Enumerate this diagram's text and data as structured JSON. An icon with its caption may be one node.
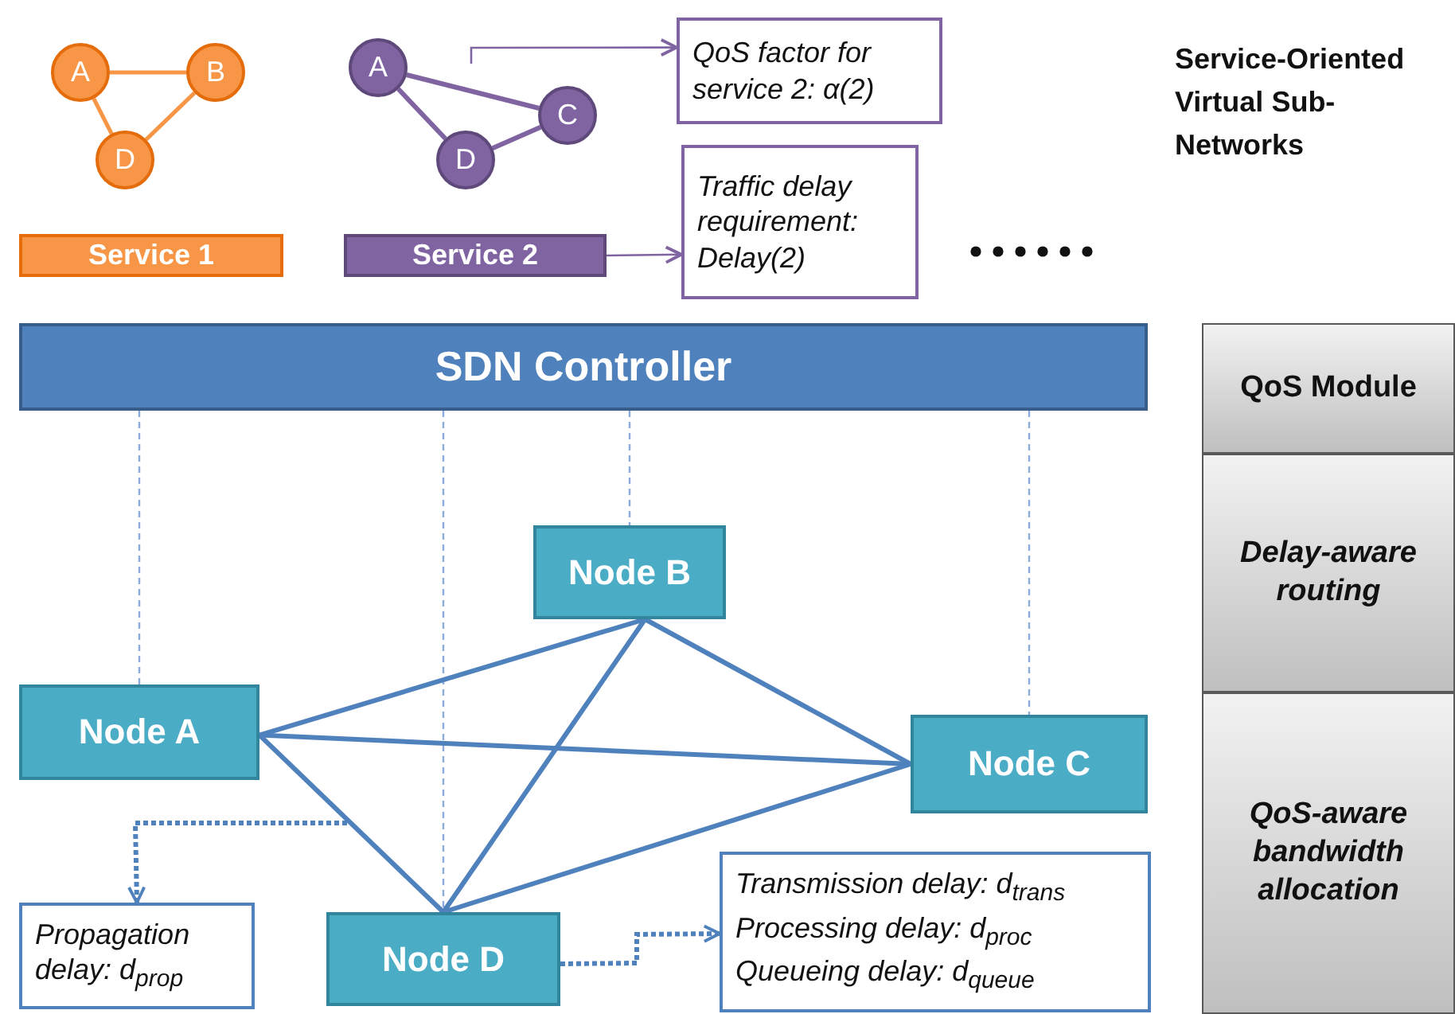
{
  "diagram": {
    "nodes": [
      {
        "text": [
          "A"
        ]
      },
      {
        "text": [
          "B"
        ]
      },
      {
        "text": [
          "D"
        ]
      },
      {
        "text": [
          "Service 1"
        ]
      },
      {
        "text": [
          "A"
        ]
      },
      {
        "text": [
          "C"
        ]
      },
      {
        "text": [
          "D"
        ]
      },
      {
        "text": [
          "Service 2"
        ]
      },
      {
        "text": [
          "QoS factor for service 2: α(2)"
        ]
      },
      {
        "text": [
          "Traffic delay requirement: Delay(2)"
        ]
      },
      {
        "text": [
          "SDN Controller"
        ]
      },
      {
        "text": [
          "QoS Module"
        ]
      },
      {
        "text": [
          "Delay-aware routing"
        ]
      },
      {
        "text": [
          "QoS-aware bandwidth allocation"
        ]
      },
      {
        "text": [
          "Node A"
        ]
      },
      {
        "text": [
          "Node B"
        ]
      },
      {
        "text": [
          "Node C"
        ]
      },
      {
        "text": [
          "Node D"
        ]
      },
      {
        "text": [
          "Propagation delay: d$_{prop}$"
        ]
      },
      {
        "text": [
          "Transmission delay: d$_{trans}$",
          "Processing delay: d$_{proc}$",
          "Queueing delay: d$_{queue}$"
        ]
      }
    ],
    "edges": [
      {
        "from": 0,
        "to": 1,
        "arrow": "none",
        "color": "#f79646"
      },
      {
        "from": 0,
        "to": 2,
        "arrow": "none",
        "color": "#f79646"
      },
      {
        "from": 1,
        "to": 2,
        "arrow": "none",
        "color": "#f79646"
      },
      {
        "from": 4,
        "to": 5,
        "arrow": "none",
        "color": "#8064a2"
      },
      {
        "from": 4,
        "to": 6,
        "arrow": "none",
        "color": "#8064a2"
      },
      {
        "from": 6,
        "to": 5,
        "arrow": "none",
        "color": "#8064a2"
      },
      {
        "from": null,
        "to": 8,
        "arrow": "to",
        "color": "#8064a2"
      },
      {
        "from": 7,
        "to": 9,
        "arrow": "to",
        "color": "#8064a2"
      },
      {
        "from": 10,
        "to": 14,
        "arrow": "none",
        "style": "dashed",
        "color": "#8eaadb"
      },
      {
        "from": 10,
        "to": 15,
        "arrow": "none",
        "style": "dashed",
        "color": "#8eaadb"
      },
      {
        "from": 10,
        "to": 16,
        "arrow": "none",
        "style": "dashed",
        "color": "#8eaadb"
      },
      {
        "from": 10,
        "to": 17,
        "arrow": "none",
        "style": "dashed",
        "color": "#8eaadb"
      },
      {
        "from": 14,
        "to": 15,
        "arrow": "none"
      },
      {
        "from": 14,
        "to": 16,
        "arrow": "none"
      },
      {
        "from": 14,
        "to": 17,
        "arrow": "none"
      },
      {
        "from": 15,
        "to": 17,
        "arrow": "none"
      },
      {
        "from": 15,
        "to": 16,
        "arrow": "none"
      },
      {
        "from": 17,
        "to": 16,
        "arrow": "none"
      },
      {
        "from": null,
        "to": 18,
        "arrow": "to",
        "style": "dashed"
      },
      {
        "from": 17,
        "to": 19,
        "arrow": "to",
        "style": "dashed"
      }
    ],
    "labels": [
      "Service-Oriented Virtual Sub-Networks"
    ]
  }
}
